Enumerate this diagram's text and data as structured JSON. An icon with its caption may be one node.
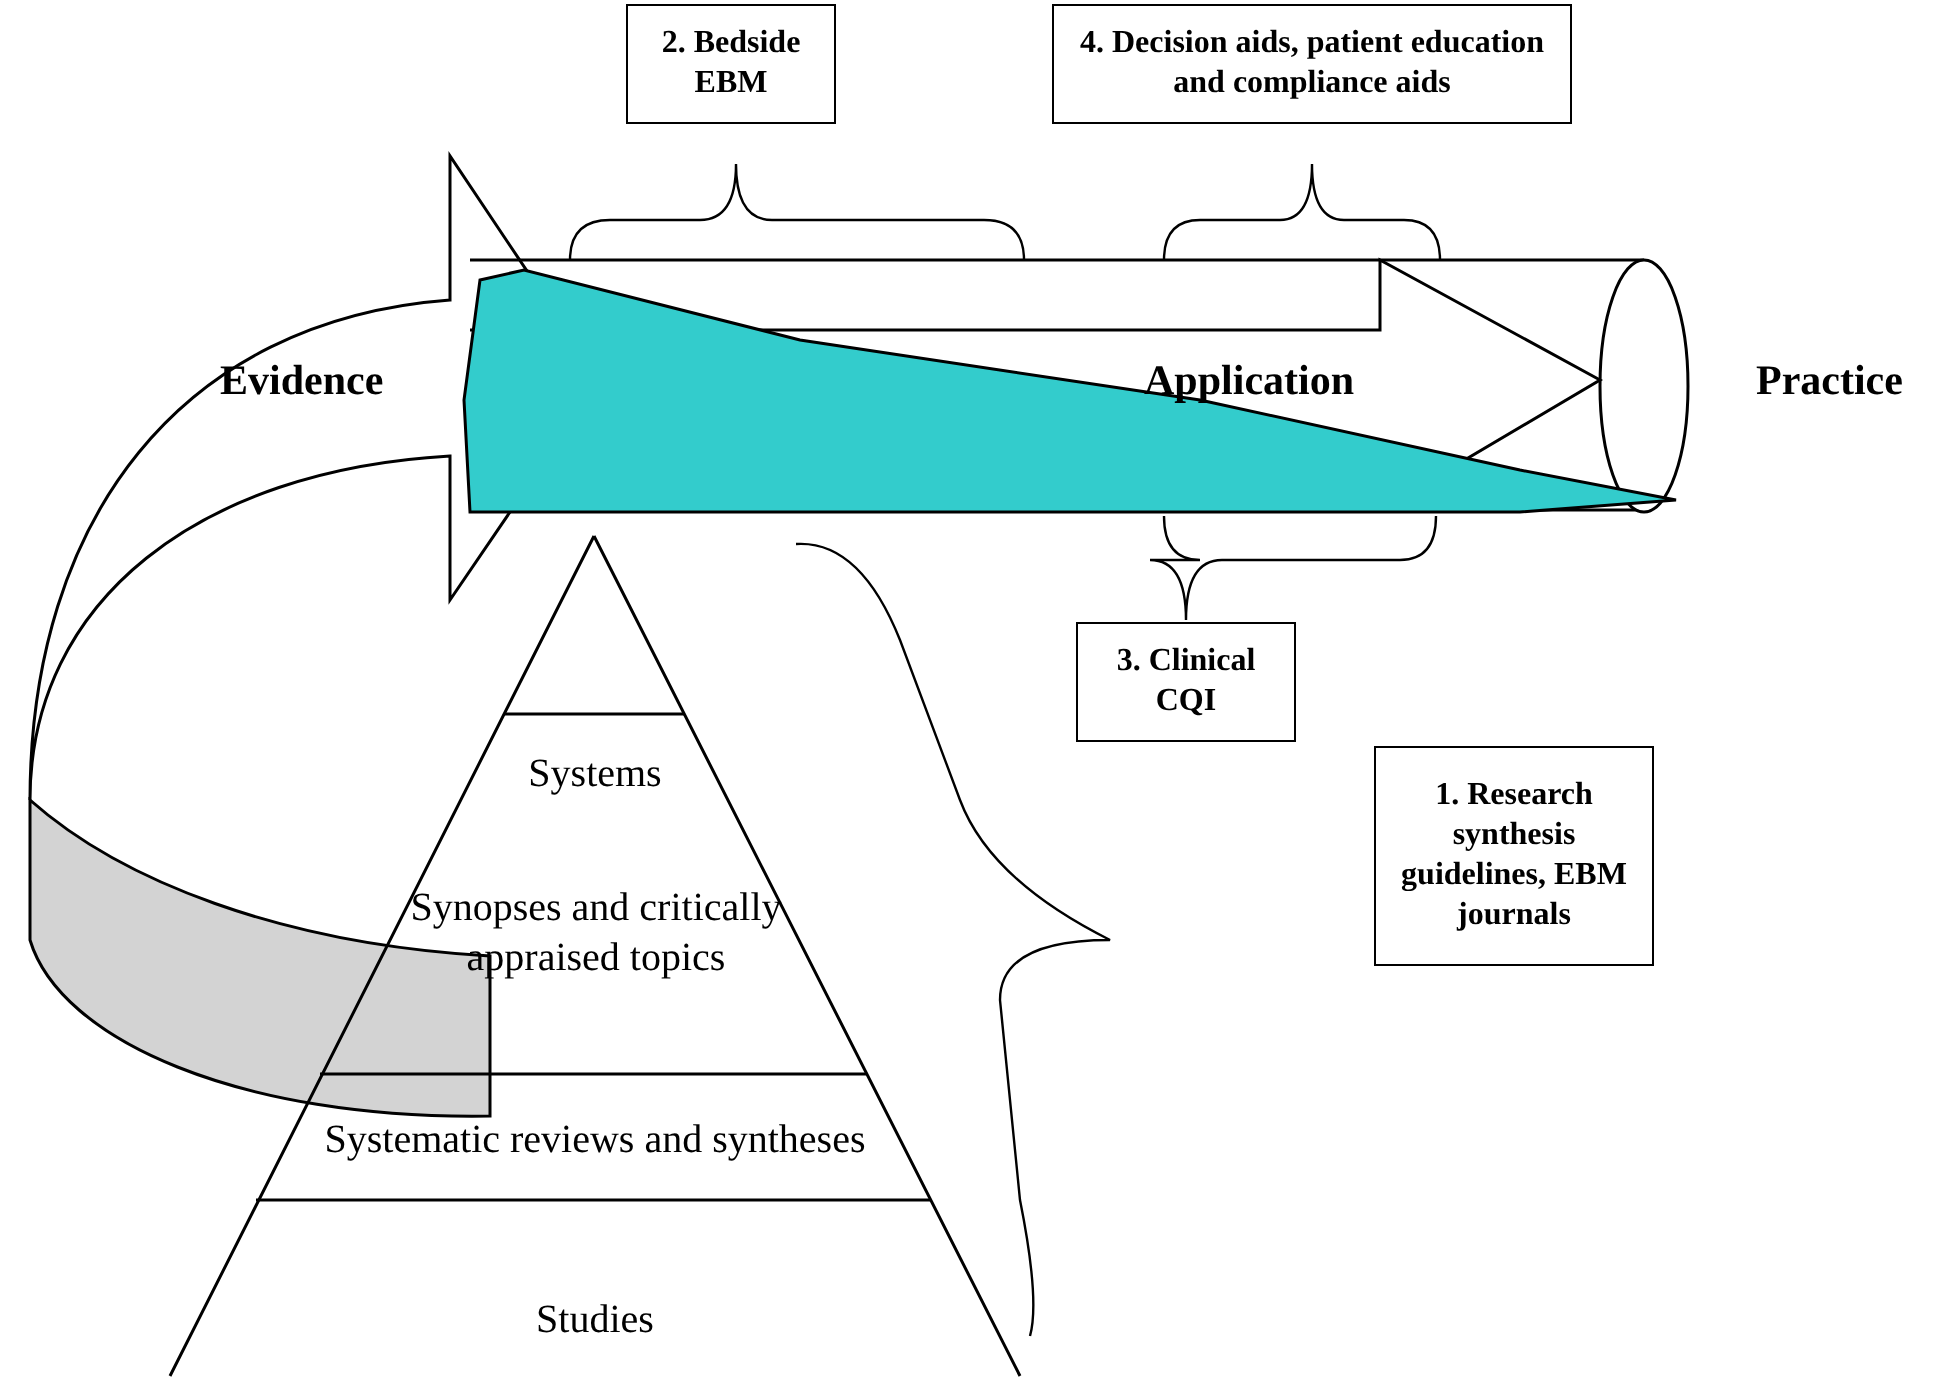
{
  "diagram": {
    "nodes": [
      {
        "text": [
          "2. Bedside EBM"
        ]
      },
      {
        "text": [
          "4. Decision aids, patient education and compliance aids"
        ]
      },
      {
        "text": [
          "3. Clinical CQI"
        ]
      },
      {
        "text": [
          "Systems"
        ]
      },
      {
        "text": [
          "Synopses and critically appraised topics"
        ]
      },
      {
        "text": [
          "Systematic reviews and syntheses"
        ]
      },
      {
        "text": [
          "Studies"
        ]
      },
      {
        "text": [
          "1. Research synthesis guidelines, EBM journals"
        ]
      }
    ],
    "labels": [
      "Evidence",
      "Application",
      "Practice"
    ]
  }
}
